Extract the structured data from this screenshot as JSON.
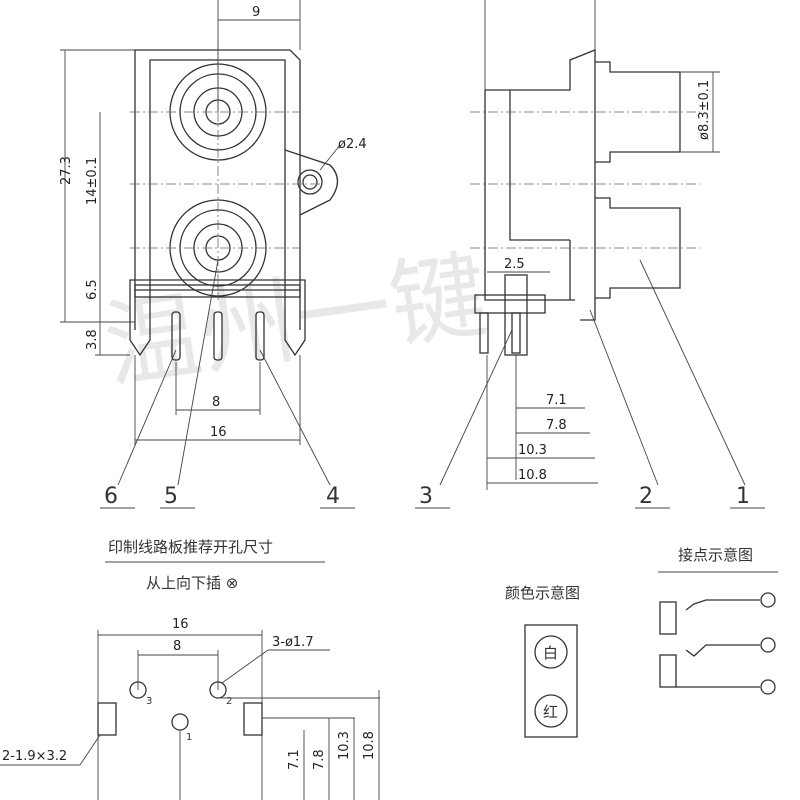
{
  "front_view": {
    "dim_width_top": "9",
    "dim_height_total": "27.3",
    "dim_jack_pitch": "14±0.1",
    "dim_jack_to_base": "6.5",
    "dim_pin_length": "3.8",
    "dim_hole": "ø2.4",
    "dim_pin_pitch": "8",
    "dim_pin_span": "16",
    "callouts": [
      "6",
      "5",
      "4"
    ]
  },
  "side_view": {
    "dim_jack_dia": "ø8.3±0.1",
    "dim_pin_offset": "2.5",
    "dims_depth": [
      "7.1",
      "7.8",
      "10.3",
      "10.8"
    ],
    "callouts": [
      "3",
      "2",
      "1"
    ]
  },
  "pcb_layout": {
    "title": "印制线路板推荐开孔尺寸",
    "subtitle": "从上向下插 ⊗",
    "dim_span": "16",
    "dim_pitch": "8",
    "dim_holes": "3-ø1.7",
    "dim_slots": "2-1.9×3.2",
    "dims_vertical": [
      "7.1",
      "7.8",
      "10.3",
      "10.8"
    ],
    "hole_labels": [
      "3",
      "2",
      "1"
    ]
  },
  "color_legend": {
    "title": "颜色示意图",
    "colors": [
      "白",
      "红"
    ]
  },
  "contact_legend": {
    "title": "接点示意图"
  },
  "watermark": "温州一键"
}
